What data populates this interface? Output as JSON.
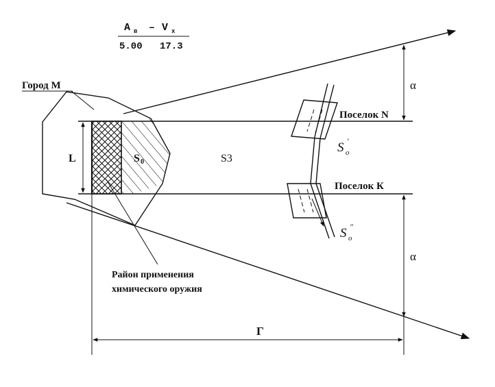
{
  "formula": {
    "numerator_left": "A",
    "numerator_left_sub": "в",
    "numerator_sep": "–",
    "numerator_right": "V",
    "numerator_right_sub": "х",
    "denominator_left": "5.00",
    "denominator_right": "17.3"
  },
  "labels": {
    "city": "Город М",
    "settlement_n": "Поселок N",
    "settlement_k": "Поселок К",
    "width": "L",
    "area_source": "S",
    "area_source_sub": "0",
    "area_zone": "S3",
    "area_n": "S",
    "area_n_sub": "o",
    "area_n_mark": "′",
    "area_k": "S",
    "area_k_sub": "o",
    "area_k_mark": "″",
    "alpha_top": "α",
    "alpha_bottom": "α",
    "distance": "Г",
    "weapon_area_line1": "Район применения",
    "weapon_area_line2": "химического оружия"
  }
}
